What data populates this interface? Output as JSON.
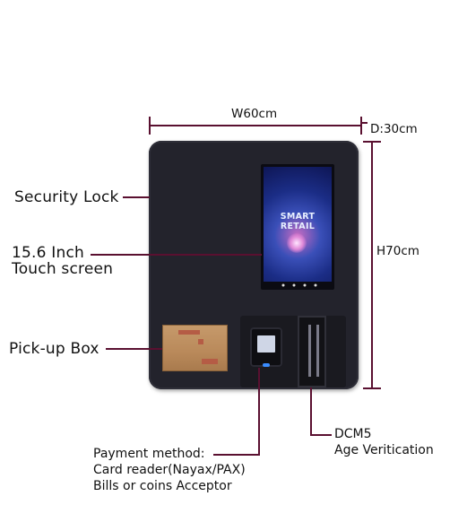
{
  "dimensions": {
    "width_label": "W60cm",
    "depth_label": "D:30cm",
    "height_label": "H70cm"
  },
  "callouts": {
    "security_lock": "Security Lock",
    "touch_screen_line1": "15.6 Inch",
    "touch_screen_line2": "Touch screen",
    "pickup_box": "Pick-up Box",
    "payment_line1": "Payment method:",
    "payment_line2": "Card reader(Nayax/PAX)",
    "payment_line3": "Bills or coins Acceptor",
    "dcm_line1": "DCM5",
    "dcm_line2": "Age Veritication"
  },
  "screen": {
    "title": "SMART RETAIL"
  },
  "colors": {
    "leader_line": "#5a1030",
    "cabinet": "#23232c"
  }
}
